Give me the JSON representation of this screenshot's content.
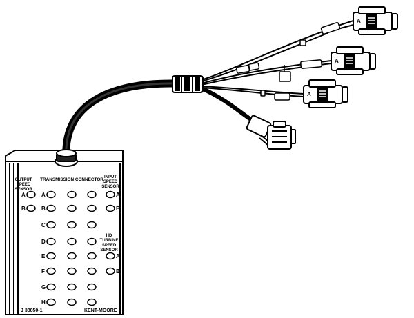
{
  "box": {
    "output_speed_sensor": [
      "OUTPUT",
      "SPEED",
      "SENSOR"
    ],
    "transmission_connector": "TRANSMISSION CONNECTOR",
    "input_speed_sensor": [
      "INPUT",
      "SPEED",
      "SENSOR"
    ],
    "hd_turbine_speed_sensor": [
      "HD",
      "TURBINE",
      "SPEED",
      "SENSOR"
    ],
    "left_pins": [
      "A",
      "B"
    ],
    "center_pins": [
      "A",
      "B",
      "C",
      "D",
      "E",
      "F",
      "G",
      "H"
    ],
    "input_pins": [
      "A",
      "B"
    ],
    "turbine_pins": [
      "A",
      "B"
    ],
    "part_number": "J 38850-1",
    "brand": "KENT-MOORE"
  },
  "connectors": {
    "pin_label": "A"
  },
  "colors": {
    "ink": "#000000",
    "background": "#ffffff",
    "cable": "#111111"
  }
}
